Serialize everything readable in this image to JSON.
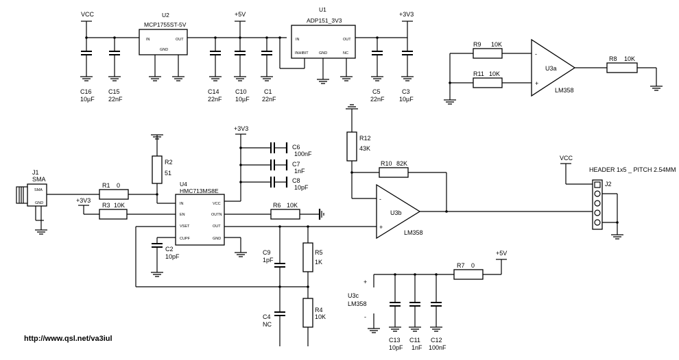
{
  "rails": {
    "vcc_top": "VCC",
    "plus5v_top": "+5V",
    "plus3v3_top": "+3V3",
    "plus3v3_mid": "+3V3",
    "plus3v3_left": "+3V3",
    "vcc_right": "VCC",
    "plus5v_bottom": "+5V"
  },
  "regulators": {
    "u2": {
      "ref": "U2",
      "part": "MCP1755ST-5V",
      "pin_in": "IN",
      "pin_out": "OUT",
      "pin_gnd": "GND"
    },
    "u1": {
      "ref": "U1",
      "part": "ADP151_3V3",
      "pin_in": "IN",
      "pin_out": "OUT",
      "pin_inhibit": "INHIBIT",
      "pin_gnd": "GND",
      "pin_nc": "NC"
    }
  },
  "top_caps": [
    {
      "ref": "C16",
      "value": "10µF"
    },
    {
      "ref": "C15",
      "value": "22nF"
    },
    {
      "ref": "C14",
      "value": "22nF"
    },
    {
      "ref": "C10",
      "value": "10µF"
    },
    {
      "ref": "C1",
      "value": "22nF"
    },
    {
      "ref": "C5",
      "value": "22nF"
    },
    {
      "ref": "C3",
      "value": "10µF"
    }
  ],
  "u3a": {
    "ref": "U3a",
    "part": "LM358",
    "minus": "-",
    "plus": "+",
    "r9": {
      "ref": "R9",
      "value": "10K"
    },
    "r11": {
      "ref": "R11",
      "value": "10K"
    },
    "r8": {
      "ref": "R8",
      "value": "10K"
    }
  },
  "decoupling": [
    {
      "ref": "C6",
      "value": "100nF"
    },
    {
      "ref": "C7",
      "value": "1nF"
    },
    {
      "ref": "C8",
      "value": "10pF"
    }
  ],
  "j1": {
    "ref": "J1",
    "type": "SMA",
    "pin_sma": "SMA",
    "pin_gnd": "GND"
  },
  "r1": {
    "ref": "R1",
    "value": "0"
  },
  "r2": {
    "ref": "R2",
    "value": "51"
  },
  "r3": {
    "ref": "R3",
    "value": "10K"
  },
  "u4": {
    "ref": "U4",
    "part": "HMC713MS8E",
    "pins": {
      "in": "IN",
      "en": "EN",
      "vset": "VSET",
      "cupf": "CUPF",
      "vcc": "VCC",
      "outn": "OUTN",
      "out": "OUT",
      "gnd": "GND"
    }
  },
  "c2": {
    "ref": "C2",
    "value": "10pF"
  },
  "r6": {
    "ref": "R6",
    "value": "10K"
  },
  "c9": {
    "ref": "C9",
    "value": "1pF"
  },
  "c4": {
    "ref": "C4",
    "value": "NC"
  },
  "r5": {
    "ref": "R5",
    "value": "1K"
  },
  "r4": {
    "ref": "R4",
    "value": "10K"
  },
  "u3b": {
    "ref": "U3b",
    "part": "LM358",
    "minus": "-",
    "plus": "+",
    "r12": {
      "ref": "R12",
      "value": "43K"
    },
    "r10": {
      "ref": "R10",
      "value": "82K"
    }
  },
  "u3c": {
    "ref": "U3c",
    "part": "LM358",
    "plus": "+",
    "minus": "-"
  },
  "r7": {
    "ref": "R7",
    "value": "0"
  },
  "bottom_caps": [
    {
      "ref": "C13",
      "value": "10pF"
    },
    {
      "ref": "C11",
      "value": "1nF"
    },
    {
      "ref": "C12",
      "value": "100nF"
    }
  ],
  "header": {
    "ref": "J2",
    "label": "HEADER 1x5 _ PITCH 2.54MM"
  },
  "footer": {
    "url": "http://www.qsl.net/va3iul"
  }
}
